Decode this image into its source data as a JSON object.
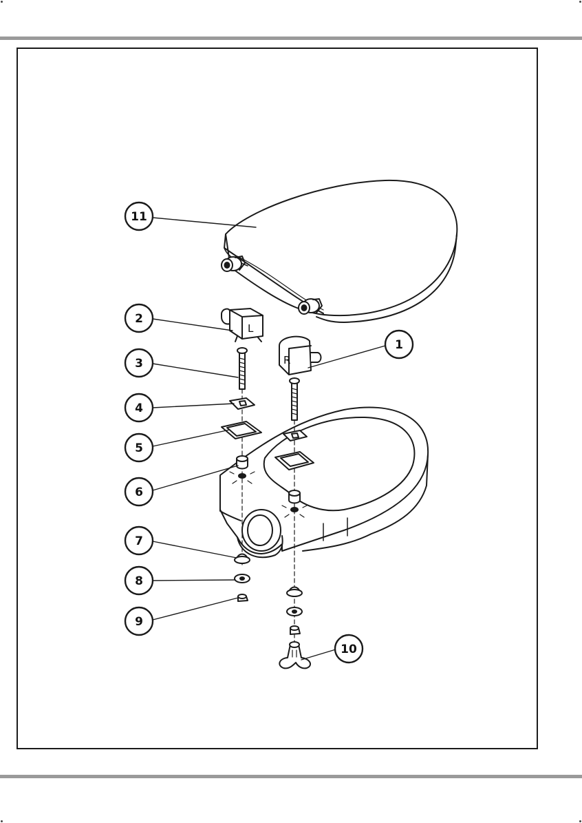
{
  "diagram": {
    "callouts": [
      {
        "id": "11",
        "label": "11"
      },
      {
        "id": "2",
        "label": "2"
      },
      {
        "id": "1",
        "label": "1"
      },
      {
        "id": "3",
        "label": "3"
      },
      {
        "id": "4",
        "label": "4"
      },
      {
        "id": "5",
        "label": "5"
      },
      {
        "id": "6",
        "label": "6"
      },
      {
        "id": "7",
        "label": "7"
      },
      {
        "id": "8",
        "label": "8"
      },
      {
        "id": "9",
        "label": "9"
      },
      {
        "id": "10",
        "label": "10"
      }
    ],
    "hinge_left_letter": "L",
    "hinge_right_letter": "R"
  }
}
